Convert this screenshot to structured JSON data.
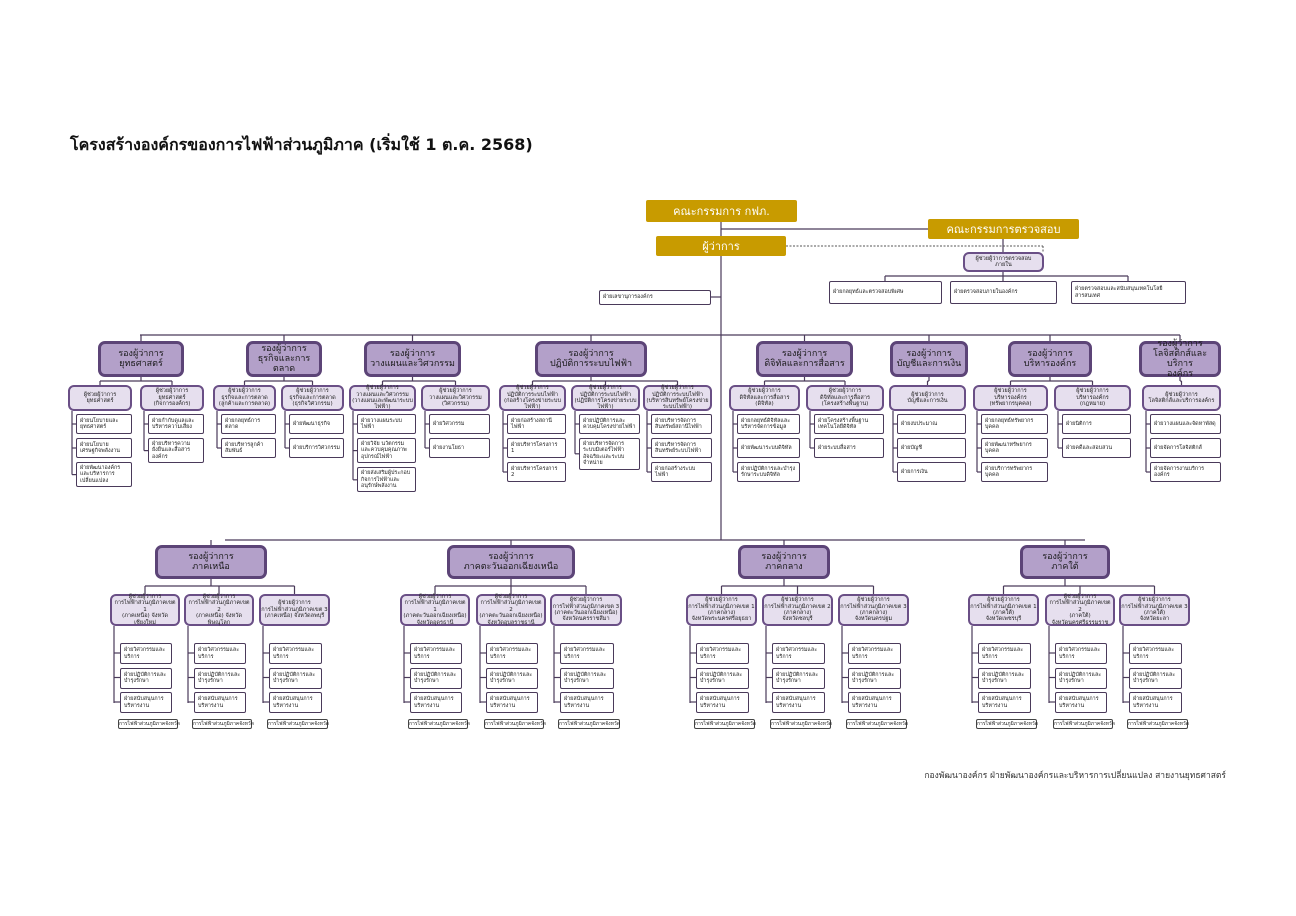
{
  "title": "โครงสร้างองค์กรของการไฟฟ้าส่วนภูมิภาค (เริ่มใช้ 1 ต.ค. 2568)",
  "colors": {
    "gold": "#c89b00",
    "deputy_fill": "#b3a0c9",
    "deputy_border": "#5c4477",
    "assistant_fill": "#e6dfee"
  },
  "top": {
    "board": "คณะกรรมการ กฟภ.",
    "audit_committee": "คณะกรรมการตรวจสอบ",
    "governor": "ผู้ว่าการ",
    "secretariat": "ฝ่ายเลขานุการองค์กร",
    "internal_audit": {
      "title": "ผู้ช่วยผู้ว่าการตรวจสอบ\nภายใน",
      "divisions": [
        "ฝ่ายกลยุทธ์และตรวจสอบพิเศษ",
        "ฝ่ายตรวจสอบภายในองค์กร",
        "ฝ่ายตรวจสอบและสนับสนุนเทคโนโลยีสารสนเทศ"
      ]
    }
  },
  "deputies": [
    {
      "title": "รองผู้ว่าการ\nยุทธศาสตร์",
      "assistants": [
        {
          "title": "ผู้ช่วยผู้ว่าการ\nยุทธศาสตร์",
          "divisions": [
            "ฝ่ายนโยบายและยุทธศาสตร์",
            "ฝ่ายนโยบายเศรษฐกิจพลังงาน",
            "ฝ่ายพัฒนาองค์กรและบริหารการเปลี่ยนแปลง"
          ]
        },
        {
          "title": "ผู้ช่วยผู้ว่าการ\nยุทธศาสตร์\n(กิจการองค์กร)",
          "divisions": [
            "ฝ่ายกำกับดูแลและบริหารความเสี่ยง",
            "ฝ่ายบริหารความยั่งยืนและสื่อสารองค์กร"
          ]
        }
      ]
    },
    {
      "title": "รองผู้ว่าการ\nธุรกิจและการตลาด",
      "assistants": [
        {
          "title": "ผู้ช่วยผู้ว่าการ\nธุรกิจและการตลาด\n(ลูกค้าและการตลาด)",
          "divisions": [
            "ฝ่ายกลยุทธ์การตลาด",
            "ฝ่ายบริหารลูกค้าสัมพันธ์"
          ]
        },
        {
          "title": "ผู้ช่วยผู้ว่าการ\nธุรกิจและการตลาด\n(ธุรกิจวิศวกรรม)",
          "divisions": [
            "ฝ่ายพัฒนาธุรกิจ",
            "ฝ่ายบริการวิศวกรรม"
          ]
        }
      ]
    },
    {
      "title": "รองผู้ว่าการ\nวางแผนและวิศวกรรม",
      "assistants": [
        {
          "title": "ผู้ช่วยผู้ว่าการ\nวางแผนและวิศวกรรม\n(วางแผนและพัฒนาระบบไฟฟ้า)",
          "divisions": [
            "ฝ่ายวางแผนระบบไฟฟ้า",
            "ฝ่ายวิจัย นวัตกรรม และควบคุมคุณภาพอุปกรณ์ไฟฟ้า",
            "ฝ่ายส่งเสริมผู้ประกอบกิจการไฟฟ้าและอนุรักษ์พลังงาน"
          ]
        },
        {
          "title": "ผู้ช่วยผู้ว่าการ\nวางแผนและวิศวกรรม\n(วิศวกรรม)",
          "divisions": [
            "ฝ่ายวิศวกรรม",
            "ฝ่ายงานโยธา"
          ]
        }
      ]
    },
    {
      "title": "รองผู้ว่าการ\nปฏิบัติการระบบไฟฟ้า",
      "assistants": [
        {
          "title": "ผู้ช่วยผู้ว่าการ\nปฏิบัติการระบบไฟฟ้า\n(ก่อสร้างโครงข่ายระบบไฟฟ้า)",
          "divisions": [
            "ฝ่ายก่อสร้างสถานีไฟฟ้า",
            "ฝ่ายบริหารโครงการ 1",
            "ฝ่ายบริหารโครงการ 2"
          ]
        },
        {
          "title": "ผู้ช่วยผู้ว่าการ\nปฏิบัติการระบบไฟฟ้า\n(ปฏิบัติการโครงข่ายระบบไฟฟ้า)",
          "divisions": [
            "ฝ่ายปฏิบัติการและควบคุมโครงข่ายไฟฟ้า",
            "ฝ่ายบริหารจัดการระบบมิเตอร์ไฟฟ้าอัจฉริยะและระบบจำหน่าย"
          ]
        },
        {
          "title": "ผู้ช่วยผู้ว่าการ\nปฏิบัติการระบบไฟฟ้า\n(บริหารสินทรัพย์โครงข่ายระบบไฟฟ้า)",
          "divisions": [
            "ฝ่ายบริหารจัดการสินทรัพย์สถานีไฟฟ้า",
            "ฝ่ายบริหารจัดการสินทรัพย์ระบบไฟฟ้า",
            "ฝ่ายก่อสร้างระบบไฟฟ้า"
          ]
        }
      ]
    },
    {
      "title": "รองผู้ว่าการ\nดิจิทัลและการสื่อสาร",
      "assistants": [
        {
          "title": "ผู้ช่วยผู้ว่าการ\nดิจิทัลและการสื่อสาร\n(ดิจิทัล)",
          "divisions": [
            "ฝ่ายกลยุทธ์ดิจิทัลและบริหารจัดการข้อมูล",
            "ฝ่ายพัฒนาระบบดิจิทัล",
            "ฝ่ายปฏิบัติการและบำรุงรักษาระบบดิจิทัล"
          ]
        },
        {
          "title": "ผู้ช่วยผู้ว่าการ\nดิจิทัลและการสื่อสาร\n(โครงสร้างพื้นฐาน)",
          "divisions": [
            "ฝ่ายโครงสร้างพื้นฐานเทคโนโลยีดิจิทัล",
            "ฝ่ายระบบสื่อสาร"
          ]
        }
      ]
    },
    {
      "title": "รองผู้ว่าการ\nบัญชีและการเงิน",
      "assistants": [
        {
          "title": "ผู้ช่วยผู้ว่าการ\nบัญชีและการเงิน",
          "divisions": [
            "ฝ่ายงบประมาณ",
            "ฝ่ายบัญชี",
            "ฝ่ายการเงิน"
          ]
        }
      ]
    },
    {
      "title": "รองผู้ว่าการ\nบริหารองค์กร",
      "assistants": [
        {
          "title": "ผู้ช่วยผู้ว่าการ\nบริหารองค์กร\n(ทรัพยากรบุคคล)",
          "divisions": [
            "ฝ่ายกลยุทธ์ทรัพยากรบุคคล",
            "ฝ่ายพัฒนาทรัพยากรบุคคล",
            "ฝ่ายบริการทรัพยากรบุคคล"
          ]
        },
        {
          "title": "ผู้ช่วยผู้ว่าการ\nบริหารองค์กร\n(กฎหมาย)",
          "divisions": [
            "ฝ่ายนิติการ",
            "ฝ่ายคดีและสอบสวน"
          ]
        }
      ]
    },
    {
      "title": "รองผู้ว่าการ\nโลจิสติกส์และบริการ\nองค์กร",
      "assistants": [
        {
          "title": "ผู้ช่วยผู้ว่าการ\nโลจิสติกส์และบริการองค์กร",
          "divisions": [
            "ฝ่ายวางแผนและจัดหาพัสดุ",
            "ฝ่ายจัดการโลจิสติกส์",
            "ฝ่ายจัดการงานบริการองค์กร"
          ]
        }
      ]
    }
  ],
  "regional_divisions": [
    "ฝ่ายวิศวกรรมและบริการ",
    "ฝ่ายปฏิบัติการและบำรุงรักษา",
    "ฝ่ายสนับสนุนการบริหารงาน"
  ],
  "provincial_label": "การไฟฟ้าส่วนภูมิภาคจังหวัด",
  "regions": [
    {
      "title": "รองผู้ว่าการ\nภาคเหนือ",
      "areas": [
        "ผู้ช่วยผู้ว่าการ\nการไฟฟ้าส่วนภูมิภาคเขต 1\n(ภาคเหนือ) จังหวัดเชียงใหม่",
        "ผู้ช่วยผู้ว่าการ\nการไฟฟ้าส่วนภูมิภาคเขต 2\n(ภาคเหนือ) จังหวัดพิษณุโลก",
        "ผู้ช่วยผู้ว่าการ\nการไฟฟ้าส่วนภูมิภาคเขต 3\n(ภาคเหนือ) จังหวัดลพบุรี"
      ]
    },
    {
      "title": "รองผู้ว่าการ\nภาคตะวันออกเฉียงเหนือ",
      "areas": [
        "ผู้ช่วยผู้ว่าการ\nการไฟฟ้าส่วนภูมิภาคเขต 1\n(ภาคตะวันออกเฉียงเหนือ)\nจังหวัดอุดรธานี",
        "ผู้ช่วยผู้ว่าการ\nการไฟฟ้าส่วนภูมิภาคเขต 2\n(ภาคตะวันออกเฉียงเหนือ)\nจังหวัดอุบลราชธานี",
        "ผู้ช่วยผู้ว่าการ\nการไฟฟ้าส่วนภูมิภาคเขต 3\n(ภาคตะวันออกเฉียงเหนือ)\nจังหวัดนครราชสีมา"
      ]
    },
    {
      "title": "รองผู้ว่าการ\nภาคกลาง",
      "areas": [
        "ผู้ช่วยผู้ว่าการ\nการไฟฟ้าส่วนภูมิภาคเขต 1\n(ภาคกลาง)\nจังหวัดพระนครศรีอยุธยา",
        "ผู้ช่วยผู้ว่าการ\nการไฟฟ้าส่วนภูมิภาคเขต 2\n(ภาคกลาง)\nจังหวัดชลบุรี",
        "ผู้ช่วยผู้ว่าการ\nการไฟฟ้าส่วนภูมิภาคเขต 3\n(ภาคกลาง)\nจังหวัดนครปฐม"
      ]
    },
    {
      "title": "รองผู้ว่าการ\nภาคใต้",
      "areas": [
        "ผู้ช่วยผู้ว่าการ\nการไฟฟ้าส่วนภูมิภาคเขต 1\n(ภาคใต้)\nจังหวัดเพชรบุรี",
        "ผู้ช่วยผู้ว่าการ\nการไฟฟ้าส่วนภูมิภาคเขต 2\n(ภาคใต้)\nจังหวัดนครศรีธรรมราช",
        "ผู้ช่วยผู้ว่าการ\nการไฟฟ้าส่วนภูมิภาคเขต 3\n(ภาคใต้)\nจังหวัดยะลา"
      ]
    }
  ],
  "footer": "กองพัฒนาองค์กร  ฝ่ายพัฒนาองค์กรและบริหารการเปลี่ยนแปลง สายงานยุทธศาสตร์"
}
